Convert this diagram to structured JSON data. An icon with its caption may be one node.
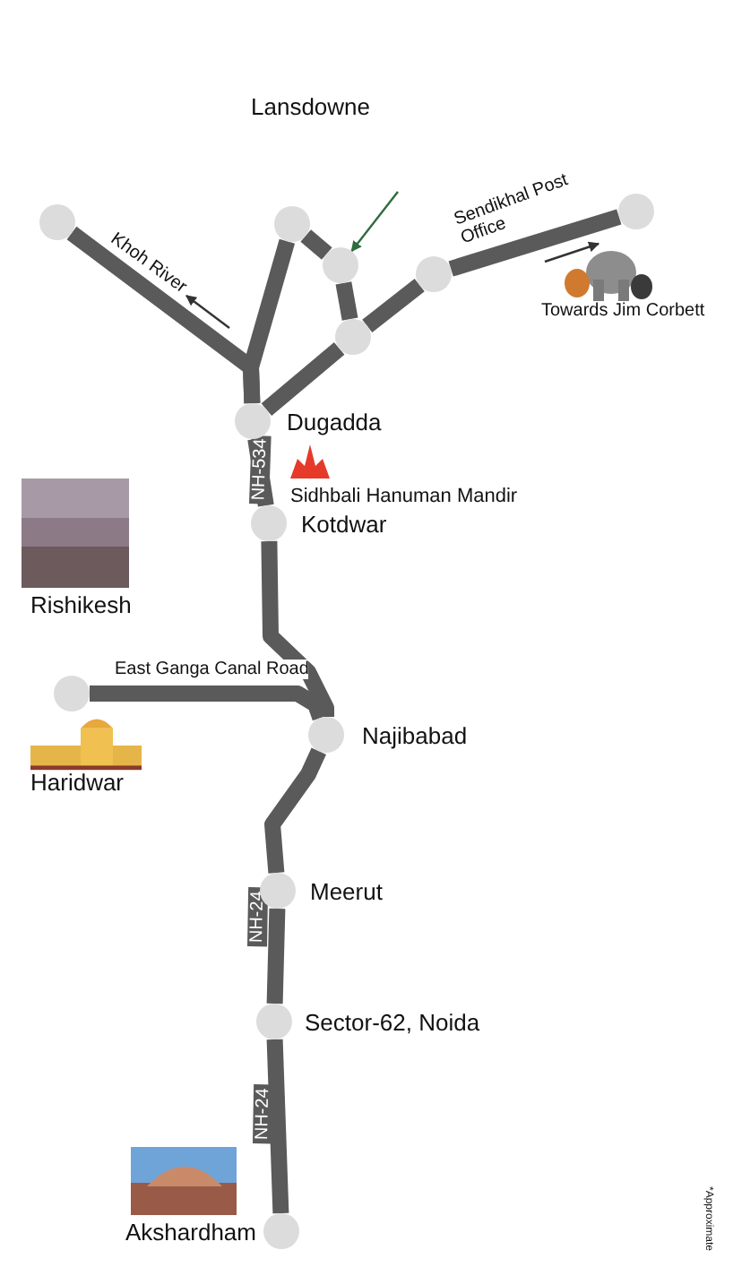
{
  "diagram": {
    "nodes": [
      {
        "text": [],
        "shape": "circle",
        "beside": [
          "Lansdowne"
        ]
      },
      {
        "text": [],
        "shape": "circle"
      },
      {
        "text": [],
        "shape": "circle"
      },
      {
        "text": [],
        "shape": "circle"
      },
      {
        "text": [],
        "shape": "circle"
      },
      {
        "text": [],
        "shape": "circle"
      },
      {
        "text": [],
        "shape": "circle",
        "beside": [
          "Dugadda"
        ]
      },
      {
        "text": [],
        "shape": "circle",
        "beside": [
          "Kotdwar"
        ]
      },
      {
        "text": [],
        "shape": "circle",
        "beside": [
          "Haridwar"
        ]
      },
      {
        "text": [],
        "shape": "circle",
        "beside": [
          "Najibabad"
        ]
      },
      {
        "text": [],
        "shape": "circle",
        "beside": [
          "Meerut"
        ]
      },
      {
        "text": [],
        "shape": "circle",
        "beside": [
          "Sector-62, Noida"
        ]
      },
      {
        "text": [],
        "shape": "circle",
        "beside": [
          "Akshardham"
        ]
      }
    ],
    "edges": [
      {
        "from": 6,
        "to": 1,
        "arrow": "none",
        "label": "Khoh River"
      },
      {
        "from": 6,
        "to": 0,
        "arrow": "none"
      },
      {
        "from": 0,
        "to": 2,
        "arrow": "none"
      },
      {
        "from": 2,
        "to": 5,
        "arrow": "none"
      },
      {
        "from": 6,
        "to": 5,
        "arrow": "none"
      },
      {
        "from": 5,
        "to": 4,
        "arrow": "none"
      },
      {
        "from": 4,
        "to": 3,
        "arrow": "none",
        "label": "Sendikhal Post Office"
      },
      {
        "from": 6,
        "to": 7,
        "arrow": "none",
        "label": "NH-534"
      },
      {
        "from": 7,
        "to": 9,
        "arrow": "none"
      },
      {
        "from": 8,
        "to": 9,
        "arrow": "none",
        "label": "East Ganga Canal Road"
      },
      {
        "from": 9,
        "to": 10,
        "arrow": "none"
      },
      {
        "from": 10,
        "to": 11,
        "arrow": "none",
        "label": "NH-24"
      },
      {
        "from": 11,
        "to": 12,
        "arrow": "none",
        "label": "NH-24"
      },
      {
        "from": null,
        "to": 2,
        "arrow": "to",
        "color": "#2e6b3e"
      }
    ],
    "labels": [
      "Towards Jim Corbett",
      "Sidhbali Hanuman Mandir",
      "Rishikesh",
      "*Approximate"
    ]
  }
}
